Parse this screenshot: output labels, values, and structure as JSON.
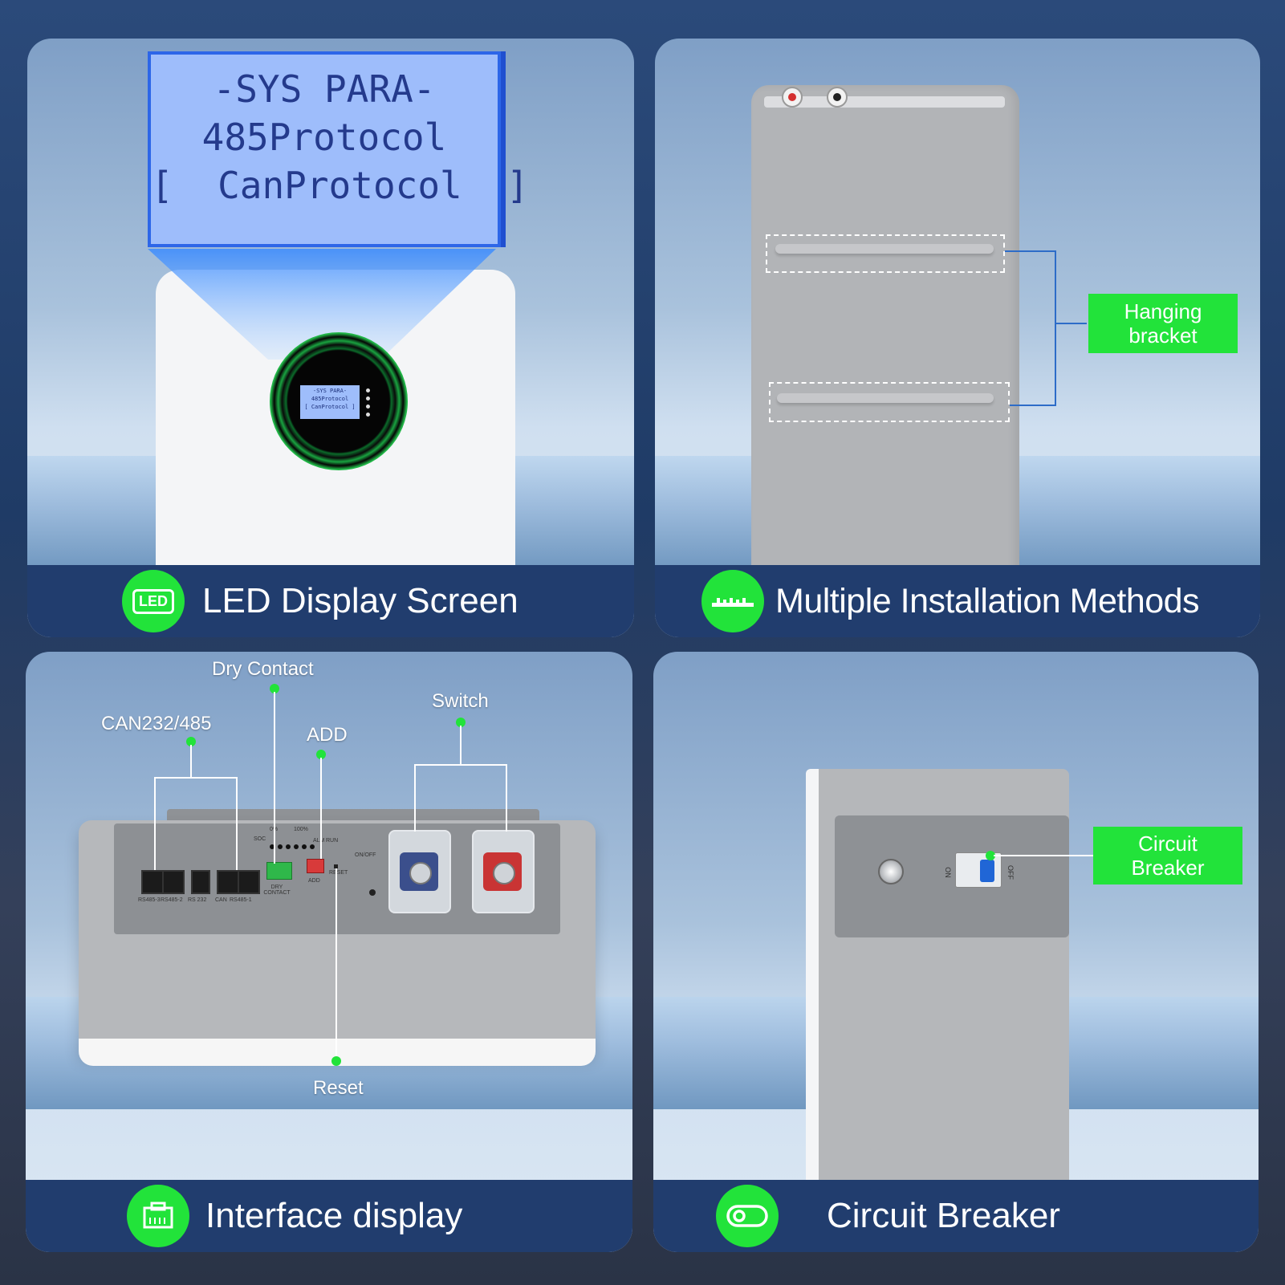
{
  "panels": {
    "led": {
      "lcd": {
        "line1": "-SYS PARA-",
        "line2": "485Protocol",
        "line3": "[  CanProtocol  ]"
      },
      "mini_lcd": {
        "line1": "-SYS PARA-",
        "line2": "485Protocol",
        "line3": "[ CanProtocol ]"
      },
      "badge": "LED",
      "footer_label": "LED Display Screen"
    },
    "install": {
      "callout": "Hanging bracket",
      "footer_label": "Multiple Installation Methods"
    },
    "interface": {
      "callouts": {
        "dry_contact": "Dry Contact",
        "can": "CAN232/485",
        "add": "ADD",
        "switch": "Switch",
        "reset": "Reset"
      },
      "port_labels": [
        "RS485-3",
        "RS485-2",
        "RS 232",
        "CAN",
        "RS485-1"
      ],
      "soc_labels": {
        "soc": "SOC",
        "zero": "0%",
        "full": "100%",
        "alm": "ALM",
        "run": "RUN",
        "onoff": "ON/OFF",
        "dry": "DRY CONTACT",
        "add": "ADD",
        "reset": "RESET"
      },
      "footer_label": "Interface display"
    },
    "breaker": {
      "callout_line1": "Circuit",
      "callout_line2": "Breaker",
      "on": "ON",
      "off": "OFF",
      "footer_label": "Circuit Breaker"
    }
  },
  "colors": {
    "accent_green": "#22e33a",
    "footer_navy": "#213d6e",
    "bracket_line": "#2d6cc8"
  }
}
